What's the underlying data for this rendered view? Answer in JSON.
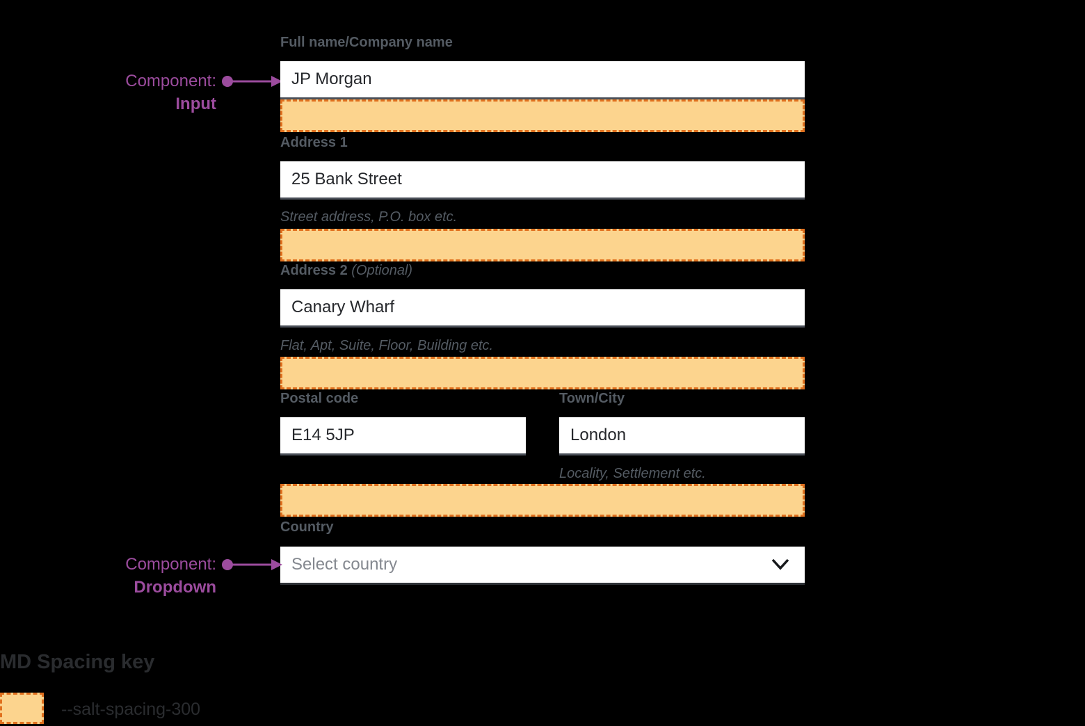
{
  "colors": {
    "background": "#000000",
    "spacing_fill": "#FCD48E",
    "spacing_border": "#E0701E",
    "annotation_purple": "#9C4C9E",
    "label_gray": "#545B63",
    "input_text": "#26282C",
    "placeholder_gray": "#84888F"
  },
  "icons": {
    "dropdown_chevron": "chevron-down",
    "annotation_arrow": "dot-arrow-right"
  },
  "annotations": {
    "input": {
      "prefix": "Component:",
      "component": "Input"
    },
    "dropdown": {
      "prefix": "Component:",
      "component": "Dropdown"
    }
  },
  "form": {
    "full_name": {
      "label": "Full name/Company name",
      "value": "JP Morgan"
    },
    "address1": {
      "label": "Address 1",
      "value": "25 Bank Street",
      "helper": "Street address, P.O. box etc."
    },
    "address2": {
      "label": "Address 2",
      "optional": "(Optional)",
      "value": "Canary Wharf",
      "helper": "Flat, Apt, Suite, Floor, Building etc."
    },
    "postal_code": {
      "label": "Postal code",
      "value": "E14 5JP"
    },
    "town_city": {
      "label": "Town/City",
      "value": "London",
      "helper": "Locality, Settlement etc."
    },
    "country": {
      "label": "Country",
      "placeholder": "Select country"
    }
  },
  "legend": {
    "title": "MD Spacing key",
    "token": "--salt-spacing-300"
  }
}
